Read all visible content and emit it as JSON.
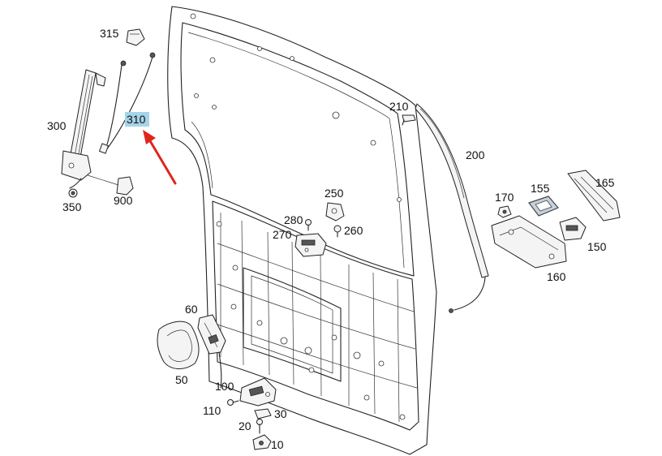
{
  "diagram": {
    "highlight_color": "#a6d4e8",
    "arrow_color": "#e0261c",
    "highlighted_part": "310",
    "labels": {
      "l315": "315",
      "l300": "300",
      "l310": "310",
      "l350": "350",
      "l900": "900",
      "l210": "210",
      "l200": "200",
      "l250": "250",
      "l280": "280",
      "l260": "260",
      "l270": "270",
      "l170": "170",
      "l155": "155",
      "l165": "165",
      "l150": "150",
      "l160": "160",
      "l60": "60",
      "l50": "50",
      "l100": "100",
      "l110": "110",
      "l30": "30",
      "l20": "20",
      "l10": "10"
    }
  }
}
